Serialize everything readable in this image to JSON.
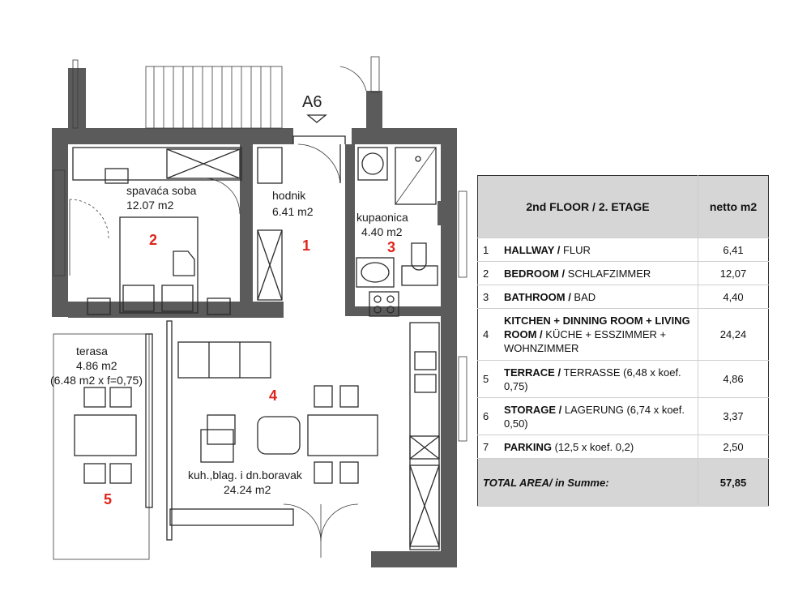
{
  "plan": {
    "entrance_label": "A6",
    "rooms": [
      {
        "id": "hallway",
        "name": "hodnik",
        "area": "6.41 m2",
        "marker": "1"
      },
      {
        "id": "bedroom",
        "name": "spavaća soba",
        "area": "12.07 m2",
        "marker": "2"
      },
      {
        "id": "bathroom",
        "name": "kupaonica",
        "area": "4.40 m2",
        "marker": "3"
      },
      {
        "id": "living",
        "name": "kuh.,blag. i dn.boravak",
        "area": "24.24 m2",
        "marker": "4"
      },
      {
        "id": "terrace",
        "name": "terasa",
        "area": "4.86 m2",
        "note": "(6.48 m2 x f=0,75)",
        "marker": "5"
      }
    ]
  },
  "table": {
    "header": {
      "title": "2nd FLOOR / 2. ETAGE",
      "value_col": "netto m2"
    },
    "rows": [
      {
        "no": "1",
        "name_bold": "HALLWAY /",
        "name_rest": " FLUR",
        "value": "6,41"
      },
      {
        "no": "2",
        "name_bold": "BEDROOM /",
        "name_rest": " SCHLAFZIMMER",
        "value": "12,07"
      },
      {
        "no": "3",
        "name_bold": "BATHROOM /",
        "name_rest": " BAD",
        "value": "4,40"
      },
      {
        "no": "4",
        "name_bold": "KITCHEN + DINNING ROOM + LIVING ROOM /",
        "name_rest": " KÜCHE + ESSZIMMER + WOHNZIMMER",
        "value": "24,24"
      },
      {
        "no": "5",
        "name_bold": "TERRACE /",
        "name_rest": " TERRASSE (6,48 x koef. 0,75)",
        "value": "4,86"
      },
      {
        "no": "6",
        "name_bold": "STORAGE /",
        "name_rest": " LAGERUNG (6,74 x koef. 0,50)",
        "value": "3,37"
      },
      {
        "no": "7",
        "name_bold": "PARKING",
        "name_rest": " (12,5 x koef. 0,2)",
        "value": "2,50"
      }
    ],
    "total": {
      "label": "TOTAL AREA/ in Summe:",
      "value": "57,85"
    }
  },
  "colors": {
    "wall": "#5b5b5c",
    "marker": "#e1251b",
    "table_header": "#d6d6d6"
  }
}
